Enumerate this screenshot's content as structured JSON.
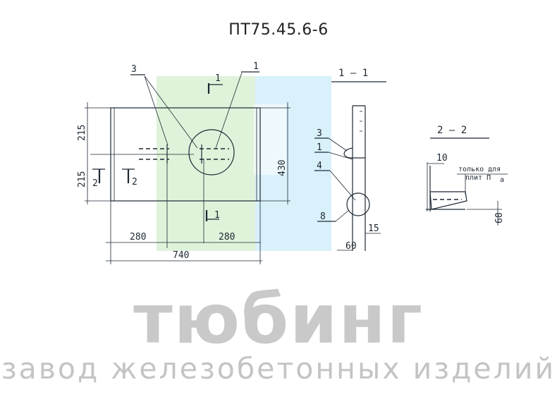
{
  "title": "ПТ75.45.6-6",
  "watermark": {
    "name": "тюбинг",
    "tagline": "завод железобетонных изделий",
    "colors": {
      "green": "#dff3da",
      "blue": "#d9f1fb",
      "text": "#c9c9c9"
    }
  },
  "plan_view": {
    "callout_3": "3",
    "callout_1": "1",
    "section_mark_top": "1",
    "section_mark_bottom": "1",
    "section_mark_2": "2",
    "section_mark_2b": "2",
    "dim_left_top": "215",
    "dim_left_bottom": "215",
    "dim_height": "430",
    "dim_left_280": "280",
    "dim_right_280": "280",
    "dim_total": "740"
  },
  "section_1_1": {
    "title": "1 — 1",
    "callout_3": "3",
    "callout_1": "1",
    "callout_4": "4",
    "callout_8": "8",
    "dim_15": "15",
    "dim_60": "60"
  },
  "section_2_2": {
    "title": "2 — 2",
    "dim_10": "10",
    "note_line1": "только для",
    "note_line2": "плит П",
    "note_sub": "а",
    "dim_60": "60"
  }
}
